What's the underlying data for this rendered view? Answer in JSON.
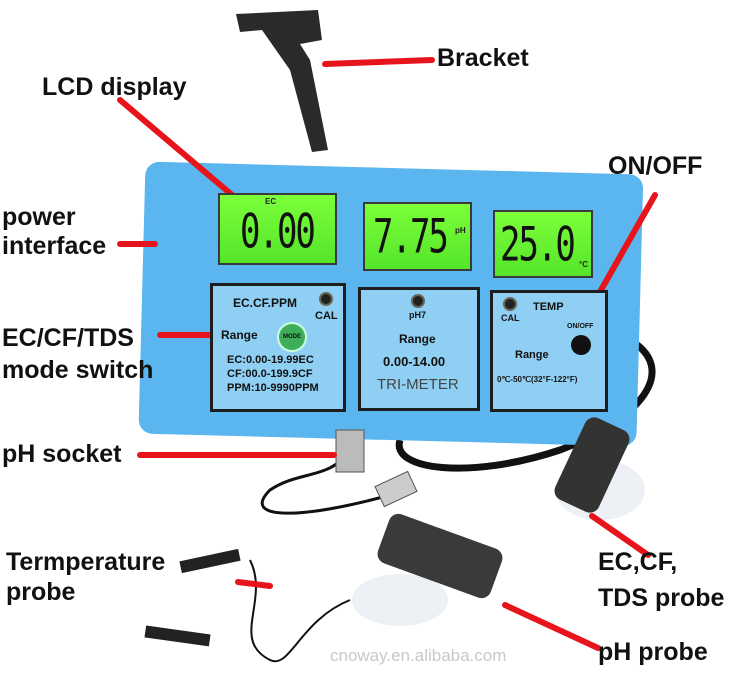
{
  "labels": {
    "bracket": "Bracket",
    "lcd_display": "LCD display",
    "on_off": "ON/OFF",
    "power_interface": [
      "power",
      "interface"
    ],
    "mode_switch": [
      "EC/CF/TDS",
      "mode switch"
    ],
    "ph_socket": "pH socket",
    "temperature_probe": [
      "Termperature",
      "probe"
    ],
    "ec_probe": [
      "EC,CF,",
      "TDS probe"
    ],
    "ph_probe": "pH probe"
  },
  "displays": [
    {
      "value": "0.00",
      "unit": "EC"
    },
    {
      "value": "7.75",
      "unit": "pH"
    },
    {
      "value": "25.0",
      "unit": "°C"
    }
  ],
  "panels": {
    "ec": {
      "title": "EC.CF.PPM",
      "cal": "CAL",
      "range": "Range",
      "mode": "MODE",
      "lines": [
        "EC:0.00-19.99EC",
        "CF:00.0-199.9CF",
        "PPM:10-9990PPM"
      ]
    },
    "ph": {
      "cal": "pH7",
      "range": "Range",
      "value": "0.00-14.00",
      "brand": "TRI-METER"
    },
    "temp": {
      "cal": "CAL",
      "title": "TEMP",
      "onoff": "ON/OFF",
      "range": "Range",
      "value": "0℃-50℃(32°F-122°F)"
    }
  },
  "colors": {
    "body": "#5bb6ef",
    "lcd": "#66f032",
    "pointer": "#e8141c"
  },
  "watermark": "cnoway.en.alibaba.com"
}
